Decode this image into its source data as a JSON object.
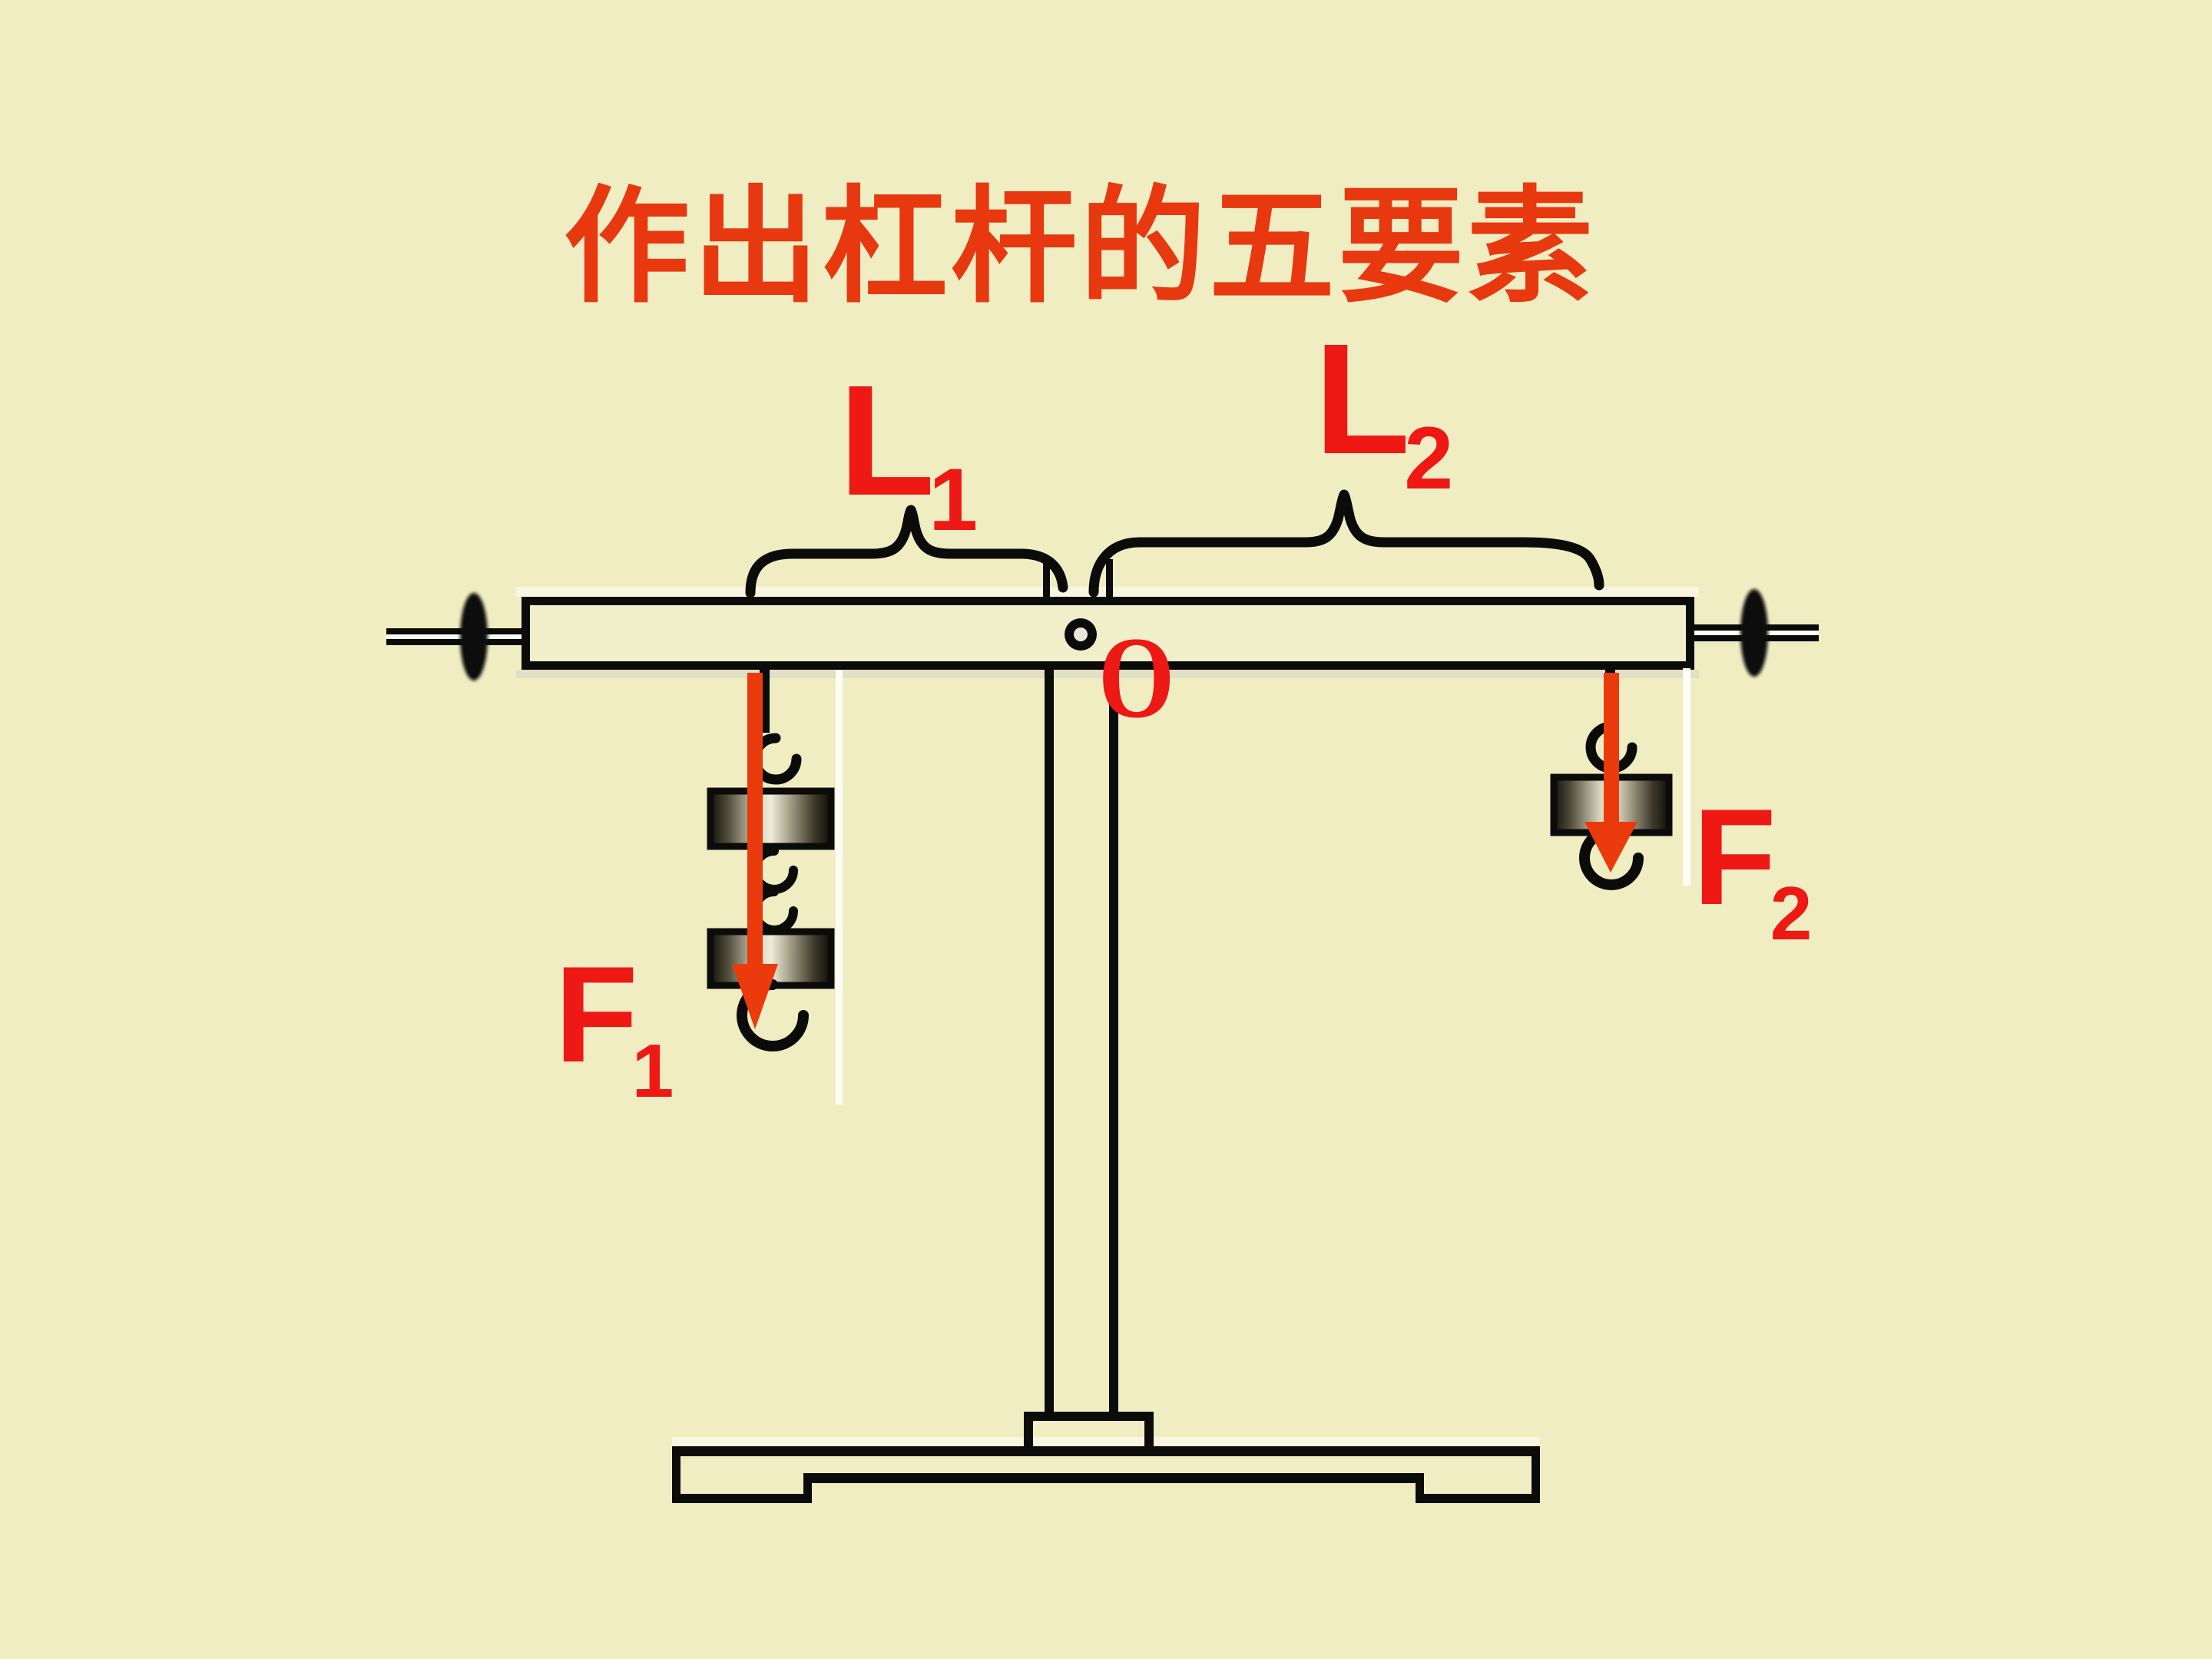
{
  "title": {
    "text": "作出杠杆的五要素"
  },
  "figure": {
    "fulcrum_label": "O",
    "lever_arm_left": {
      "main": "L",
      "sub": "1"
    },
    "lever_arm_right": {
      "main": "L",
      "sub": "2"
    },
    "force_left": {
      "main": "F",
      "sub": "1"
    },
    "force_right": {
      "main": "F",
      "sub": "2"
    }
  },
  "colors": {
    "background": "#F0EDC3",
    "title": "#E7380F",
    "label": "#EE1814",
    "arrow": "#EB3A0C",
    "ink": "#0B0B0A",
    "beam_fill": "#F1EFC9",
    "string": "#FDFDF8",
    "pivot_hole": "#E9E7DA"
  }
}
